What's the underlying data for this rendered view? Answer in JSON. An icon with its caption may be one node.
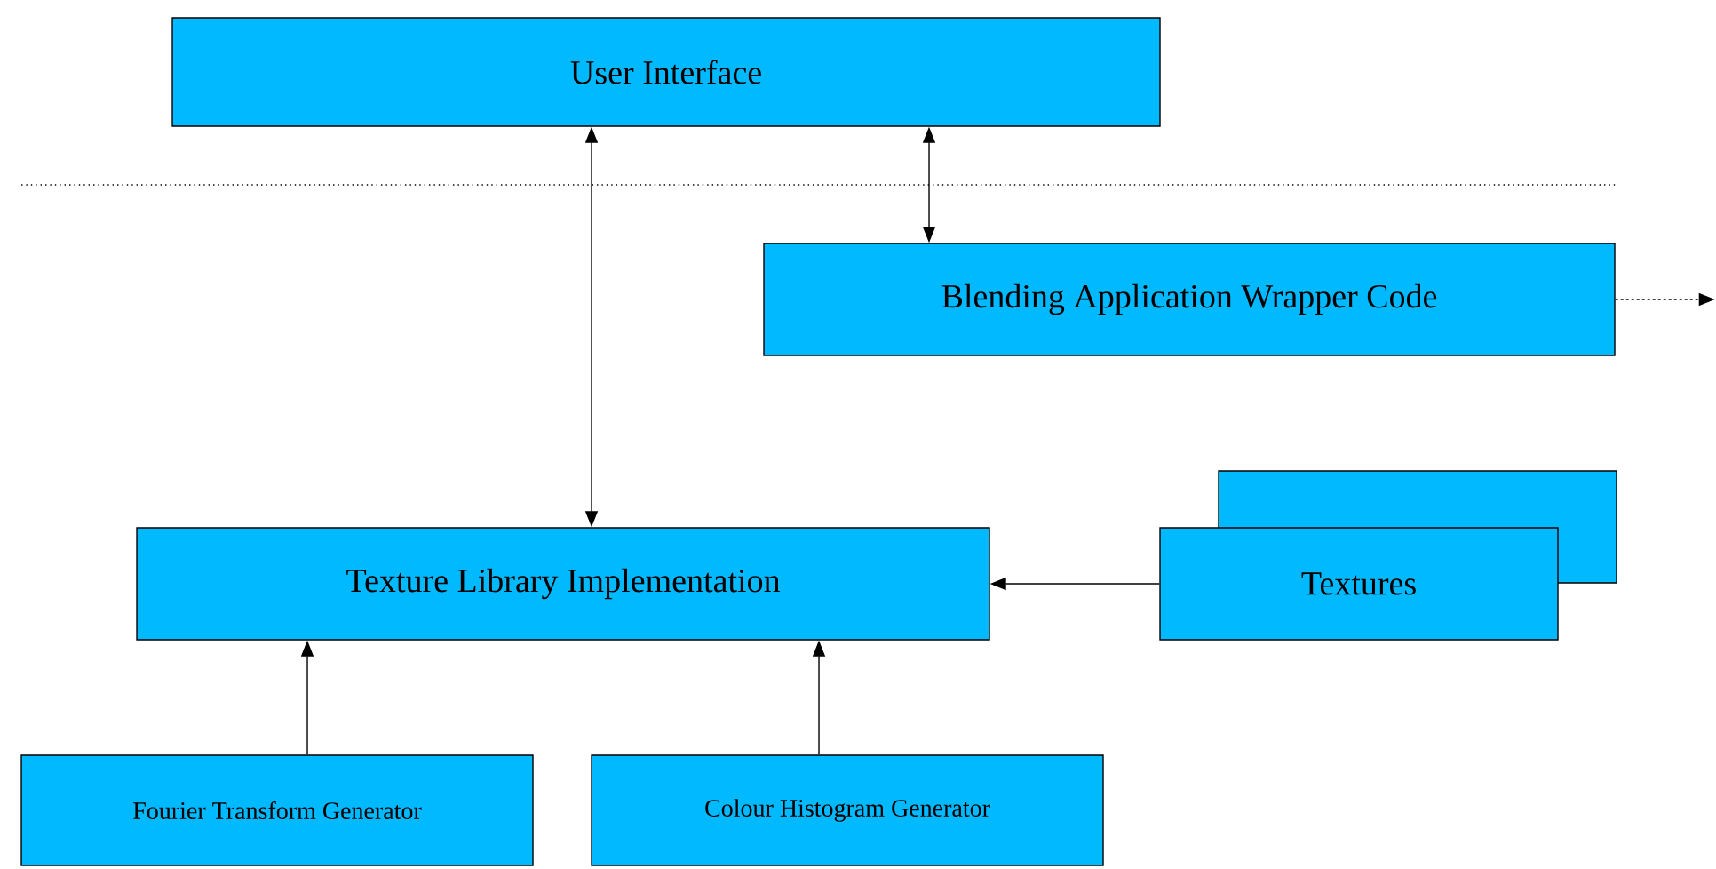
{
  "diagram": {
    "nodes": [
      {
        "text": [
          "User Interface"
        ]
      },
      {
        "text": [
          "Blending Application Wrapper Code"
        ]
      },
      {
        "text": [
          "Texture Library Implementation"
        ]
      },
      {
        "text": [
          "Textures"
        ]
      },
      {
        "text": [
          "Fourier Transform Generator"
        ]
      },
      {
        "text": [
          "Colour Histogram Generator"
        ]
      }
    ],
    "edges": [
      {
        "from": 0,
        "to": 2,
        "arrow": "both"
      },
      {
        "from": 0,
        "to": 1,
        "arrow": "both"
      },
      {
        "from": 1,
        "to": null,
        "arrow": "to",
        "style": "dashed"
      },
      {
        "from": 3,
        "to": 2,
        "arrow": "to"
      },
      {
        "from": 4,
        "to": 2,
        "arrow": "to"
      },
      {
        "from": 5,
        "to": 2,
        "arrow": "to"
      }
    ]
  }
}
